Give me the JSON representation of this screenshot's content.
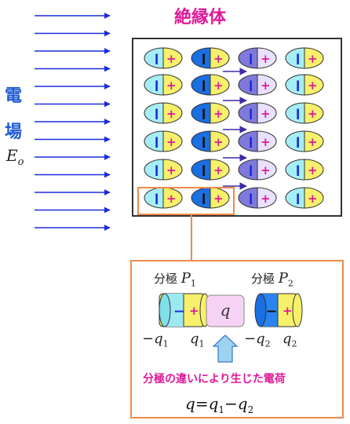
{
  "title": "絶縁体",
  "field": {
    "char1": "電",
    "char2": "場"
  },
  "detail": {
    "left_label": "分極",
    "right_label": "分極",
    "center_charge": "q",
    "caption": "分極の違いにより生じた電荷"
  },
  "colors": {
    "pink": "#e0199a",
    "blue_text": "#1f5bd6",
    "orange": "#f08a4b",
    "arrow_blue": "#1a2be0"
  }
}
